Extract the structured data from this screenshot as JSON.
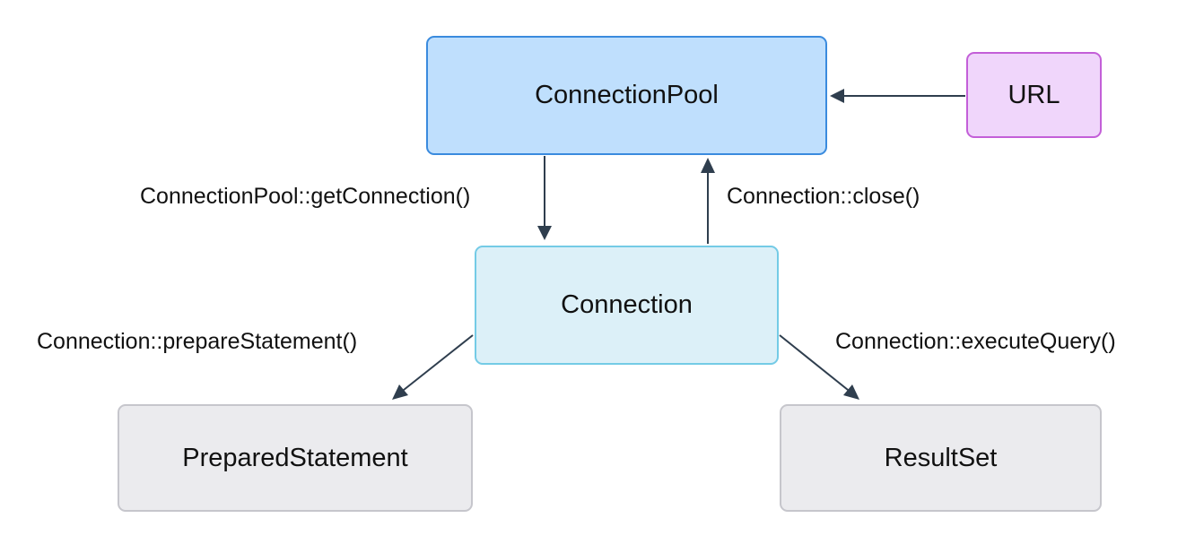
{
  "nodes": {
    "connection_pool": "ConnectionPool",
    "url": "URL",
    "connection": "Connection",
    "prepared_statement": "PreparedStatement",
    "result_set": "ResultSet"
  },
  "edges": {
    "get_connection": "ConnectionPool::getConnection()",
    "close": "Connection::close()",
    "prepare_statement": "Connection::prepareStatement()",
    "execute_query": "Connection::executeQuery()"
  },
  "colors": {
    "edge": "#2f3e4e",
    "pool_fill": "#bfdffd",
    "pool_border": "#3a8bde",
    "url_fill": "#f0d6fb",
    "url_border": "#c35fd8",
    "connection_fill": "#dcf0f8",
    "connection_border": "#74cbe6",
    "leaf_fill": "#ebebee",
    "leaf_border": "#c6c6cc"
  }
}
